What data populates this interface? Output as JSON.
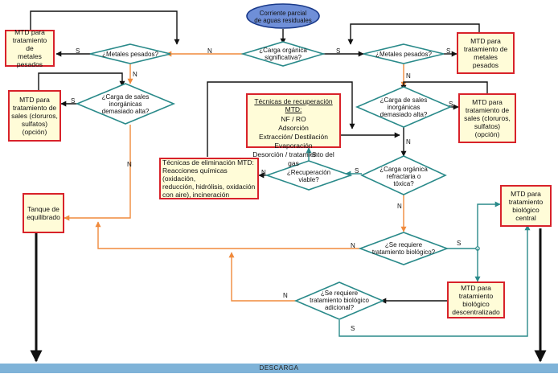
{
  "start": "Corriente parcial\nde aguas residuales",
  "decisions": {
    "carga_organica": "¿Carga orgánica\nsignificativa?",
    "metales_izq": "¿Metales pesados?",
    "metales_der": "¿Metales pesados?",
    "sales_izq": "¿Carga de sales\ninorgánicas\ndemasiado alta?",
    "sales_der": "¿Carga de sales\ninorgánicas\ndemasiado alta?",
    "recuperacion": "¿Recuperación\nviable?",
    "refractaria": "¿Carga orgánica\nrefractaria o\ntóxica?",
    "bio_req": "¿Se requiere\ntratamiento biológico?",
    "bio_adicional": "¿Se requiere\ntratamiento biológico\nadicional?"
  },
  "boxes": {
    "metales_izq": "MTD para\ntratamiento de\nmetales\npesados",
    "metales_der": "MTD para\ntratamiento de\nmetales pesados",
    "sales_izq": "MTD para\ntratamiento de\nsales (cloruros,\nsulfatos)\n(opción)",
    "sales_der": "MTD para\ntratamiento de\nsales (cloruros,\nsulfatos)\n(opción)",
    "tanque": "Tanque de\nequilibrado",
    "eliminacion": "Técnicas de eliminación MTD:\nReacciones químicas (oxidación,\nreducción, hidrólisis, oxidación\ncon aire), incineración",
    "central": "MTD para\ntratamiento\nbiológico\ncentral",
    "descentralizado": "MTD para\ntratamiento\nbiológico\ndescentralizado"
  },
  "recovery": {
    "heading": "Técnicas de recuperación MTD:",
    "items": [
      "NF / RO",
      "Adsorción",
      "Extracción/ Destilación",
      "Evaporación",
      "Desorción / tratamiento del gas"
    ]
  },
  "labels": {
    "si": "S",
    "no": "N"
  },
  "discharge": "DESCARGA",
  "colors": {
    "box_border": "#d8222a",
    "box_fill": "#fffcd8",
    "decision_border": "#2a8a8a",
    "start_fill": "#6f8fd8",
    "arrow_orange": "#f08a3c",
    "arrow_teal": "#2a8a8a",
    "discharge_bar": "#7fb3d8"
  }
}
